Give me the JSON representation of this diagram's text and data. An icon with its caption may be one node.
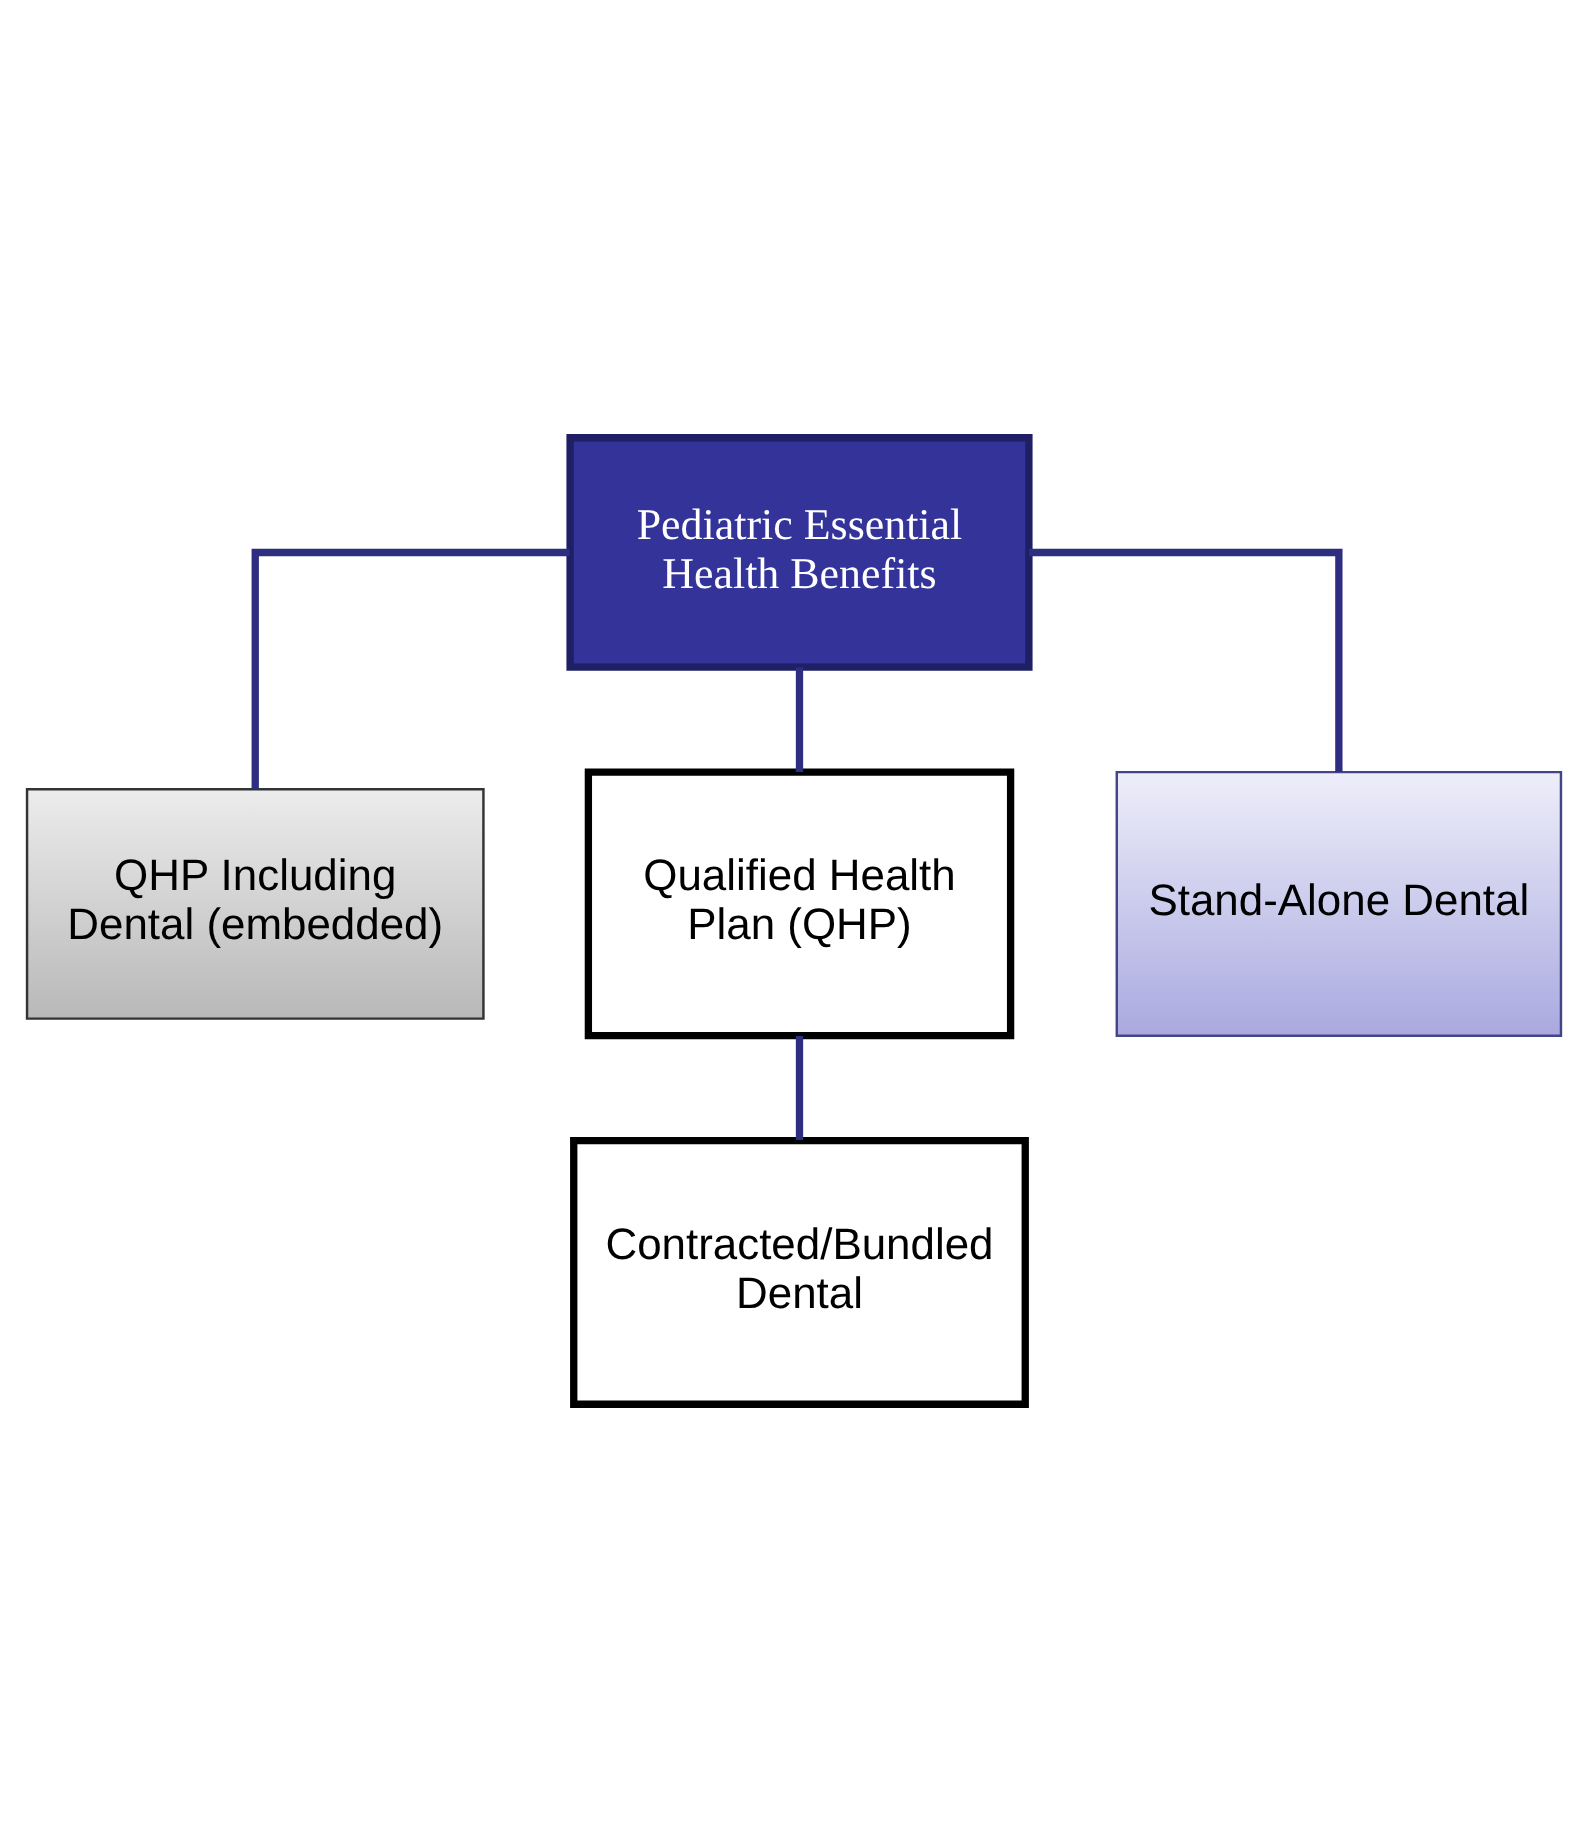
{
  "diagram": {
    "nodes": [
      {
        "text": [
          "Pediatric Essential Health Benefits"
        ]
      },
      {
        "text": [
          "QHP Including Dental (embedded)"
        ]
      },
      {
        "text": [
          "Qualified Health Plan (QHP)"
        ]
      },
      {
        "text": [
          "Stand-Alone Dental"
        ]
      },
      {
        "text": [
          "Contracted/Bundled Dental"
        ]
      }
    ],
    "edges": [
      {
        "from": 0,
        "to": 1,
        "arrow": "none"
      },
      {
        "from": 0,
        "to": 2,
        "arrow": "none"
      },
      {
        "from": 0,
        "to": 3,
        "arrow": "none"
      },
      {
        "from": 2,
        "to": 4,
        "arrow": "none"
      }
    ]
  }
}
